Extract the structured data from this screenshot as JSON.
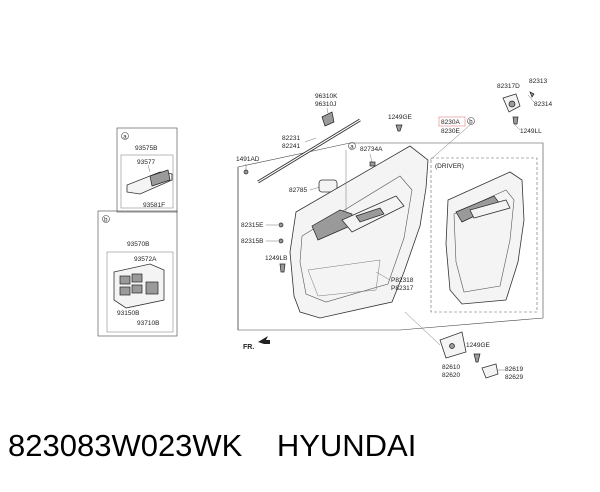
{
  "labels": {
    "p96310K": "96310K",
    "p96310J": "96310J",
    "p1249GE_top": "1249GE",
    "p82317D": "82317D",
    "p82313": "82313",
    "p82314": "82314",
    "p1249LL": "1249LL",
    "p8230A": "8230A",
    "p8230E": "8230E",
    "p82231": "82231",
    "p82241": "82241",
    "p82734A": "82734A",
    "p1491AD": "1491AD",
    "p82785": "82785",
    "p82315E": "82315E",
    "p82315B": "82315B",
    "p1249LB": "1249LB",
    "p82318": "P82318",
    "p82317": "P82317",
    "driver": "(DRIVER)",
    "p1249GE_bot": "1249GE",
    "p82610": "82610",
    "p82620": "82620",
    "p82619": "82619",
    "p82629": "82629",
    "fr": "FR.",
    "a_box": "a",
    "b_box": "b",
    "a_call": "a",
    "b_call": "b",
    "p93575B": "93575B",
    "p93577": "93577",
    "p93581F": "93581F",
    "p93570B": "93570B",
    "p93572A": "93572A",
    "p93150B": "93150B",
    "p93710B": "93710B"
  },
  "footer": {
    "part_number": "823083W023WK",
    "brand": "HYUNDAI"
  },
  "colors": {
    "highlight": "#e8a0a0",
    "line": "#444444"
  }
}
